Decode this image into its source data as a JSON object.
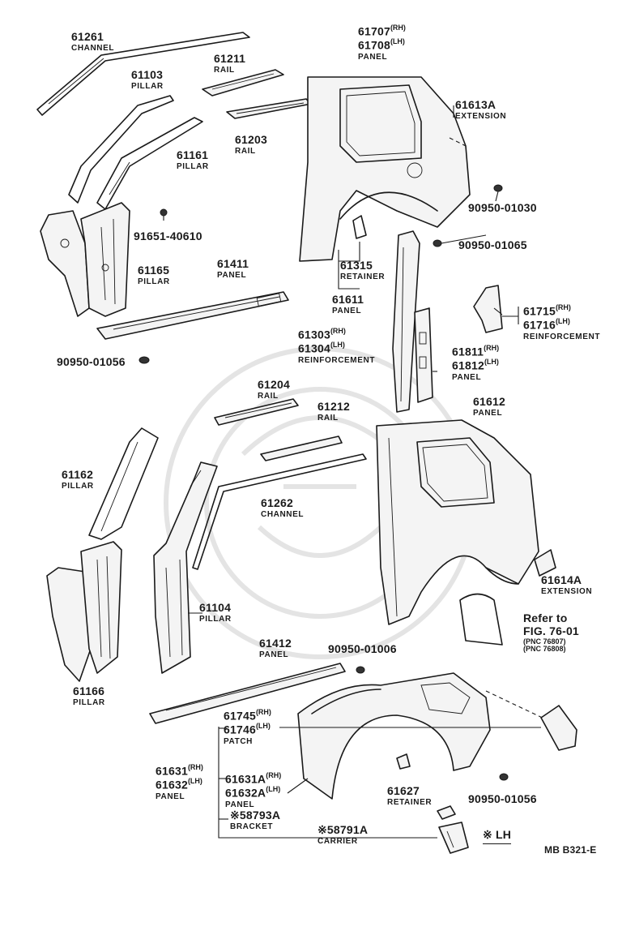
{
  "labels": {
    "p61261": {
      "num": "61261",
      "cap": "CHANNEL"
    },
    "p61103": {
      "num": "61103",
      "cap": "PILLAR"
    },
    "p61211": {
      "num": "61211",
      "cap": "RAIL"
    },
    "p61203": {
      "num": "61203",
      "cap": "RAIL"
    },
    "p61161": {
      "num": "61161",
      "cap": "PILLAR"
    },
    "p91651": {
      "num": "91651-40610"
    },
    "p61165": {
      "num": "61165",
      "cap": "PILLAR"
    },
    "p61411": {
      "num": "61411",
      "cap": "PANEL"
    },
    "p90950_01056a": {
      "num": "90950-01056"
    },
    "p61707": {
      "num1": "61707",
      "sfx1": "(RH)",
      "num2": "61708",
      "sfx2": "(LH)",
      "cap": "PANEL"
    },
    "p61613A": {
      "num": "61613A",
      "cap": "EXTENSION"
    },
    "p90950_01030": {
      "num": "90950-01030"
    },
    "p90950_01065": {
      "num": "90950-01065"
    },
    "p61315": {
      "num": "61315",
      "cap": "RETAINER"
    },
    "p61611": {
      "num": "61611",
      "cap": "PANEL"
    },
    "p61715": {
      "num1": "61715",
      "sfx1": "(RH)",
      "num2": "61716",
      "sfx2": "(LH)",
      "cap": "REINFORCEMENT"
    },
    "p61303": {
      "num1": "61303",
      "sfx1": "(RH)",
      "num2": "61304",
      "sfx2": "(LH)",
      "cap": "REINFORCEMENT"
    },
    "p61811": {
      "num1": "61811",
      "sfx1": "(RH)",
      "num2": "61812",
      "sfx2": "(LH)",
      "cap": "PANEL"
    },
    "p61204": {
      "num": "61204",
      "cap": "RAIL"
    },
    "p61212": {
      "num": "61212",
      "cap": "RAIL"
    },
    "p61612": {
      "num": "61612",
      "cap": "PANEL"
    },
    "p61162": {
      "num": "61162",
      "cap": "PILLAR"
    },
    "p61262": {
      "num": "61262",
      "cap": "CHANNEL"
    },
    "p61104": {
      "num": "61104",
      "cap": "PILLAR"
    },
    "p61614A": {
      "num": "61614A",
      "cap": "EXTENSION"
    },
    "refer": {
      "line1": "Refer to",
      "line2": "FIG. 76-01",
      "line3": "(PNC 76807)",
      "line4": "(PNC 76808)"
    },
    "p61166": {
      "num": "61166",
      "cap": "PILLAR"
    },
    "p61412": {
      "num": "61412",
      "cap": "PANEL"
    },
    "p90950_01006": {
      "num": "90950-01006"
    },
    "p61745": {
      "num1": "61745",
      "sfx1": "(RH)",
      "num2": "61746",
      "sfx2": "(LH)",
      "cap": "PATCH"
    },
    "p61631": {
      "num1": "61631",
      "sfx1": "(RH)",
      "num2": "61632",
      "sfx2": "(LH)",
      "cap": "PANEL"
    },
    "p61631A": {
      "num1": "61631A",
      "sfx1": "(RH)",
      "num2": "61632A",
      "sfx2": "(LH)",
      "cap": "PANEL"
    },
    "p61627": {
      "num": "61627",
      "cap": "RETAINER"
    },
    "p90950_01056b": {
      "num": "90950-01056"
    },
    "p58793A": {
      "num": "※58793A",
      "cap": "BRACKET"
    },
    "p58791A": {
      "num": "※58791A",
      "cap": "CARRIER"
    },
    "lh_note": {
      "text": "※ LH"
    },
    "ref_code": {
      "text": "MB  B321-E"
    }
  }
}
